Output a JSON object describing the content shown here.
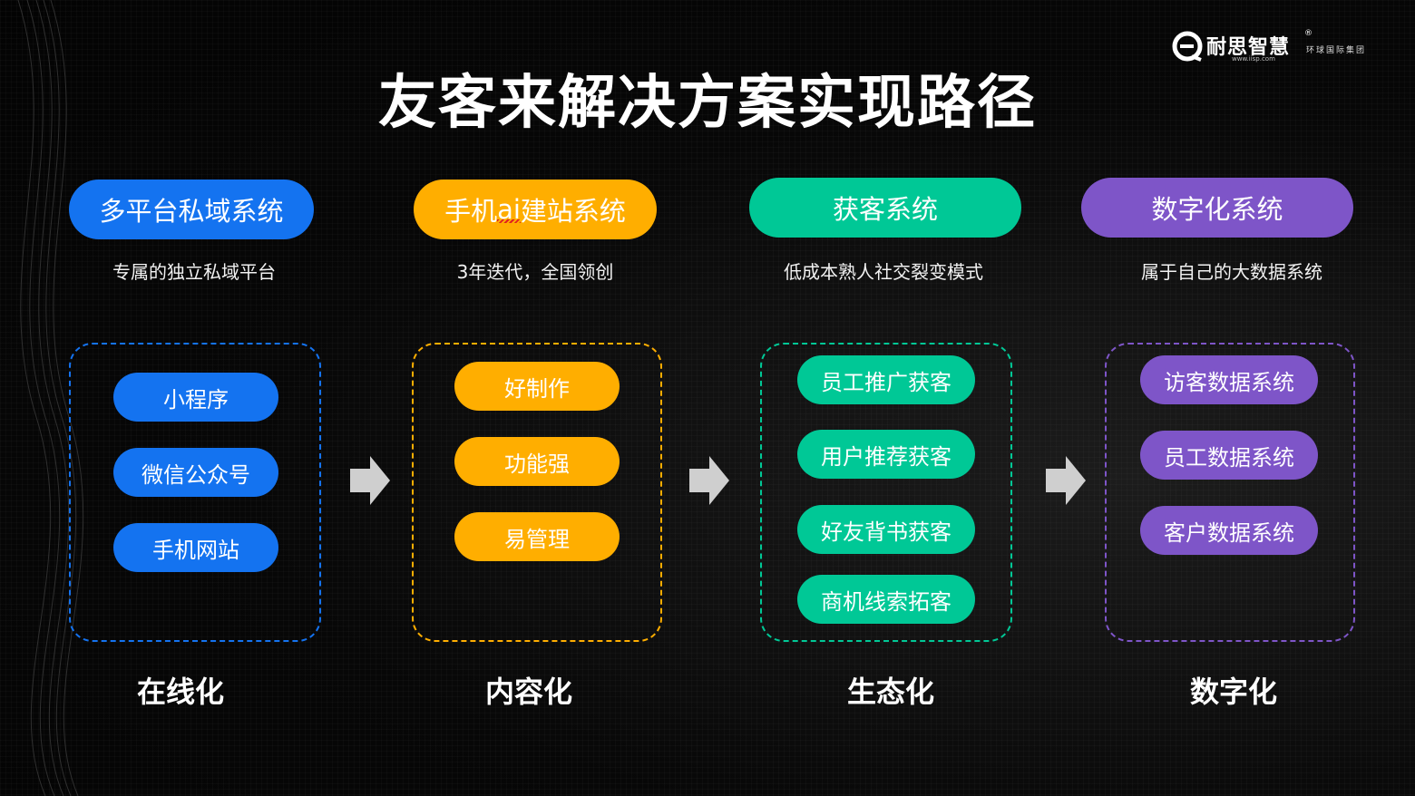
{
  "brand": {
    "name": "耐思智慧",
    "registered": "®",
    "subtitle": "环球国际集团",
    "url": "www.iisp.com"
  },
  "title": "友客来解决方案实现路径",
  "colors": {
    "blue": "#1473f0",
    "orange": "#ffae00",
    "green": "#00c896",
    "purple": "#7e55c8",
    "arrow": "#cfcfcf"
  },
  "columns": [
    {
      "heading": "多平台私域系统",
      "desc": "专属的独立私域平台",
      "items": [
        "小程序",
        "微信公众号",
        "手机网站"
      ],
      "caption": "在线化"
    },
    {
      "heading_parts": [
        "手机",
        "ai",
        "建站系统"
      ],
      "desc": "3年迭代，全国领创",
      "items": [
        "好制作",
        "功能强",
        "易管理"
      ],
      "caption": "内容化"
    },
    {
      "heading": "获客系统",
      "desc": "低成本熟人社交裂变模式",
      "items": [
        "员工推广获客",
        "用户推荐获客",
        "好友背书获客",
        "商机线索拓客"
      ],
      "caption": "生态化"
    },
    {
      "heading": "数字化系统",
      "desc": "属于自己的大数据系统",
      "items": [
        "访客数据系统",
        "员工数据系统",
        "客户数据系统"
      ],
      "caption": "数字化"
    }
  ]
}
